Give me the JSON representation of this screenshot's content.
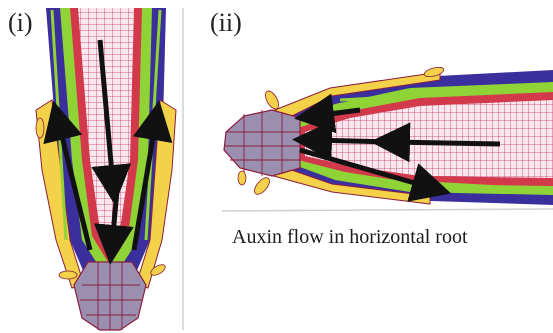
{
  "figure": {
    "panels": [
      {
        "label": "(i)",
        "orientation": "vertical"
      },
      {
        "label": "(ii)",
        "orientation": "horizontal"
      }
    ],
    "caption": "Auxin flow in horizontal root"
  },
  "colors": {
    "epidermis": "#3b2f9e",
    "cortex_green": "#8fd336",
    "lateral_yellow": "#f3d24a",
    "stele_red": "#d23a4c",
    "cap_grey": "#9b8fb0",
    "cell_outline": "#8a1d3c",
    "arrow": "#111111"
  },
  "icons": {
    "arrow": "black-arrow-icon"
  }
}
